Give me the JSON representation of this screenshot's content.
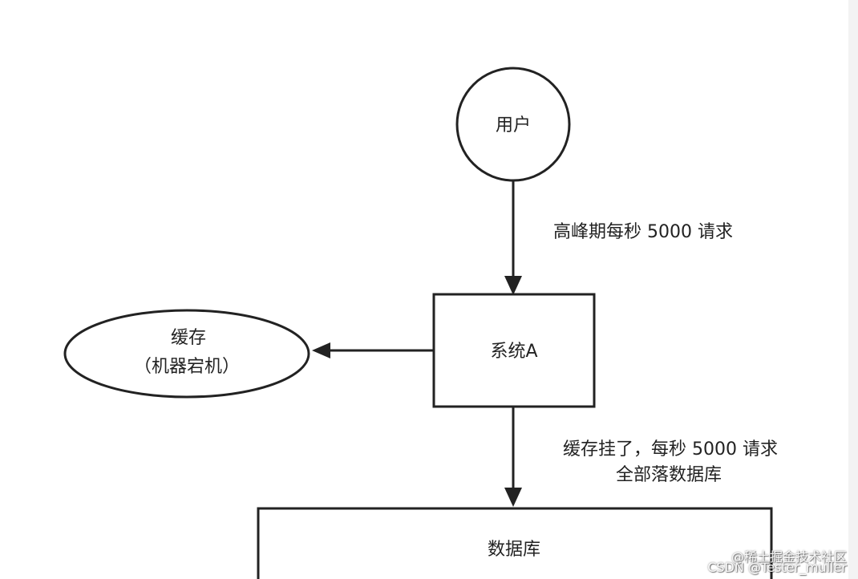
{
  "nodes": {
    "user": "用户",
    "cache_line1": "缓存",
    "cache_line2": "（机器宕机）",
    "system": "系统A",
    "database": "数据库"
  },
  "edges": {
    "user_to_system": "高峰期每秒 5000 请求",
    "system_to_db_line1": "缓存挂了，每秒 5000 请求",
    "system_to_db_line2": "全部落数据库"
  },
  "watermark": {
    "line1": "@稀土掘金技术社区",
    "line2": "CSDN @Tester_muller"
  },
  "colors": {
    "stroke": "#222222",
    "background": "#ffffff"
  }
}
